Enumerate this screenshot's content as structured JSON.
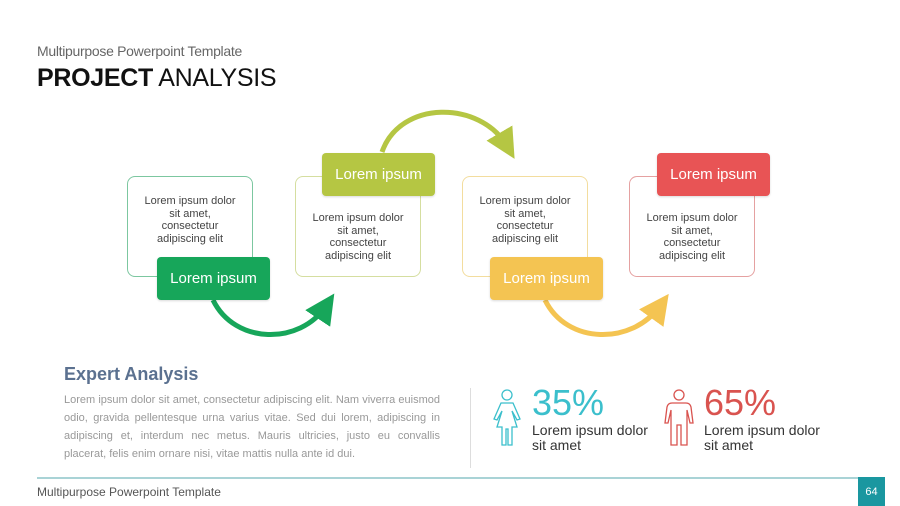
{
  "header": {
    "subtitle": "Multipurpose Powerpoint Template",
    "title_bold": "PROJECT",
    "title_rest": " ANALYSIS"
  },
  "steps": [
    {
      "label": "Lorem ipsum",
      "text": "Lorem ipsum dolor sit amet, consectetur adipiscing elit",
      "color": "#17a65a"
    },
    {
      "label": "Lorem ipsum",
      "text": "Lorem ipsum dolor sit amet, consectetur adipiscing elit",
      "color": "#b5c643"
    },
    {
      "label": "Lorem ipsum",
      "text": "Lorem ipsum dolor sit amet, consectetur adipiscing elit",
      "color": "#f4c452"
    },
    {
      "label": "Lorem ipsum",
      "text": "Lorem ipsum dolor sit amet, consectetur adipiscing elit",
      "color": "#e85455"
    }
  ],
  "analysis": {
    "heading": "Expert Analysis",
    "body": "Lorem ipsum dolor sit amet, consectetur adipiscing elit. Nam viverra euismod odio, gravida pellentesque urna varius vitae. Sed dui lorem, adipiscing in adipiscing et, interdum nec metus. Mauris ultricies, justo eu convallis placerat, felis enim ornare nisi, vitae mattis nulla ante id dui."
  },
  "stats": [
    {
      "icon": "female-icon",
      "value": "35%",
      "text": "Lorem ipsum dolor sit amet",
      "color": "#3bbfcc"
    },
    {
      "icon": "male-icon",
      "value": "65%",
      "text": "Lorem ipsum dolor sit amet",
      "color": "#d9534f"
    }
  ],
  "footer": {
    "text": "Multipurpose Powerpoint Template",
    "page": "64"
  }
}
